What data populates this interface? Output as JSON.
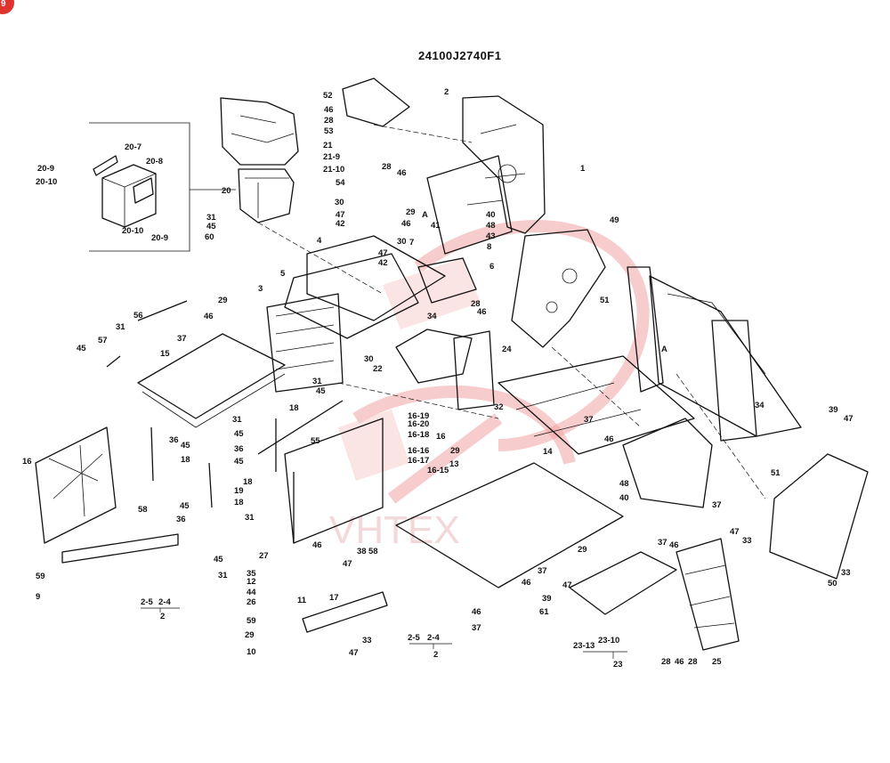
{
  "diagram_code": "24100J2740F1",
  "corner_badge": "9",
  "watermark_text": "VHTEX",
  "labels": {
    "n1": "1",
    "n2": "2",
    "n3": "3",
    "n4": "4",
    "n5": "5",
    "n6": "6",
    "n7": "7",
    "n8": "8",
    "n9": "9",
    "n10": "10",
    "n11": "11",
    "n12": "12",
    "n13": "13",
    "n14": "14",
    "n15": "15",
    "n16": "16",
    "n17": "17",
    "n18": "18",
    "n19": "19",
    "n20": "20",
    "n21": "21",
    "n22": "22",
    "n23": "23",
    "n24": "24",
    "n25": "25",
    "n26": "26",
    "n27": "27",
    "n28": "28",
    "n29": "29",
    "n30": "30",
    "n31": "31",
    "n32": "32",
    "n33": "33",
    "n34": "34",
    "n35": "35",
    "n36": "36",
    "n37": "37",
    "n38": "38",
    "n39": "39",
    "n40": "40",
    "n41": "41",
    "n42": "42",
    "n43": "43",
    "n44": "44",
    "n45": "45",
    "n46": "46",
    "n47": "47",
    "n48": "48",
    "n49": "49",
    "n50": "50",
    "n51": "51",
    "n52": "52",
    "n53": "53",
    "n54": "54",
    "n55": "55",
    "n56": "56",
    "n57": "57",
    "n58": "58",
    "n59": "59",
    "n60": "60",
    "n61": "61",
    "s20_7": "20-7",
    "s20_8": "20-8",
    "s20_9": "20-9",
    "s20_10": "20-10",
    "s21_9": "21-9",
    "s21_10": "21-10",
    "s16_15": "16-15",
    "s16_16": "16-16",
    "s16_17": "16-17",
    "s16_18": "16-18",
    "s16_19": "16-19",
    "s16_20": "16-20",
    "s2_4": "2-4",
    "s2_5": "2-5",
    "s23_10": "23-10",
    "s23_13": "23-13",
    "ref_A": "A"
  }
}
